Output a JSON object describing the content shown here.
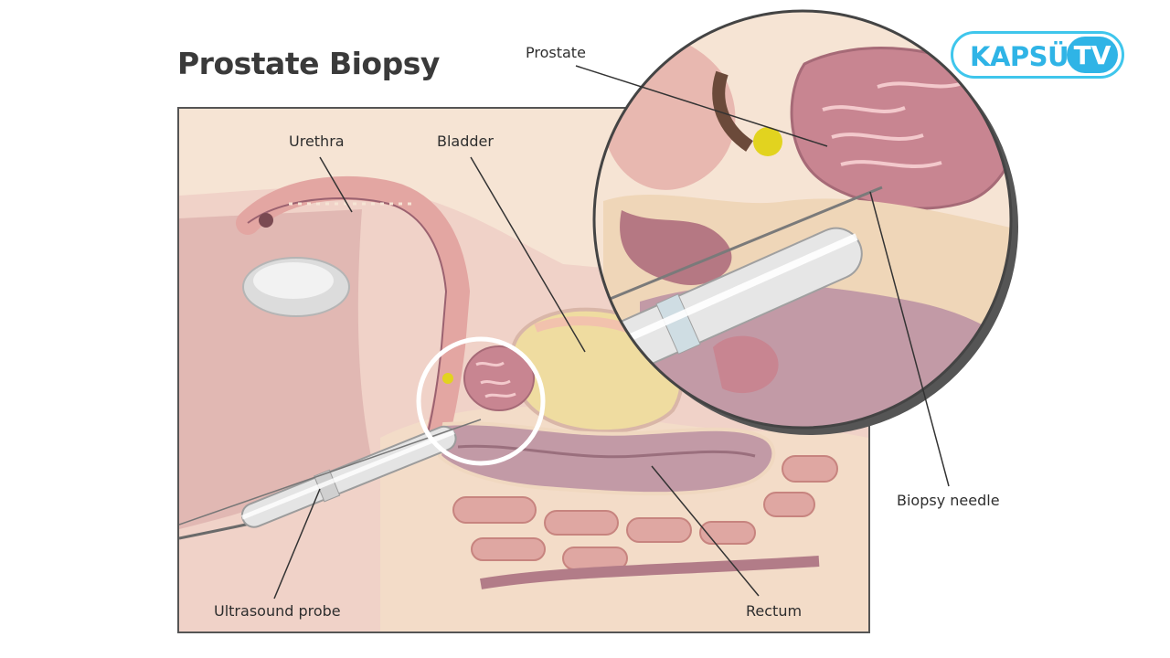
{
  "title": "Prostate Biopsy",
  "brand": {
    "name": "KAPSÜL",
    "badge": "TV",
    "color": "#2fb4e6"
  },
  "labels": {
    "prostate": "Prostate",
    "urethra": "Urethra",
    "bladder": "Bladder",
    "biopsy_needle": "Biopsy needle",
    "ultrasound_probe": "Ultrasound probe",
    "rectum": "Rectum"
  },
  "colors": {
    "tissue_light": "#f6e4d4",
    "tissue_pink": "#e8b8b0",
    "tissue_dark": "#b57883",
    "organ": "#c88591",
    "highlight_yellow": "#e2d31f"
  }
}
